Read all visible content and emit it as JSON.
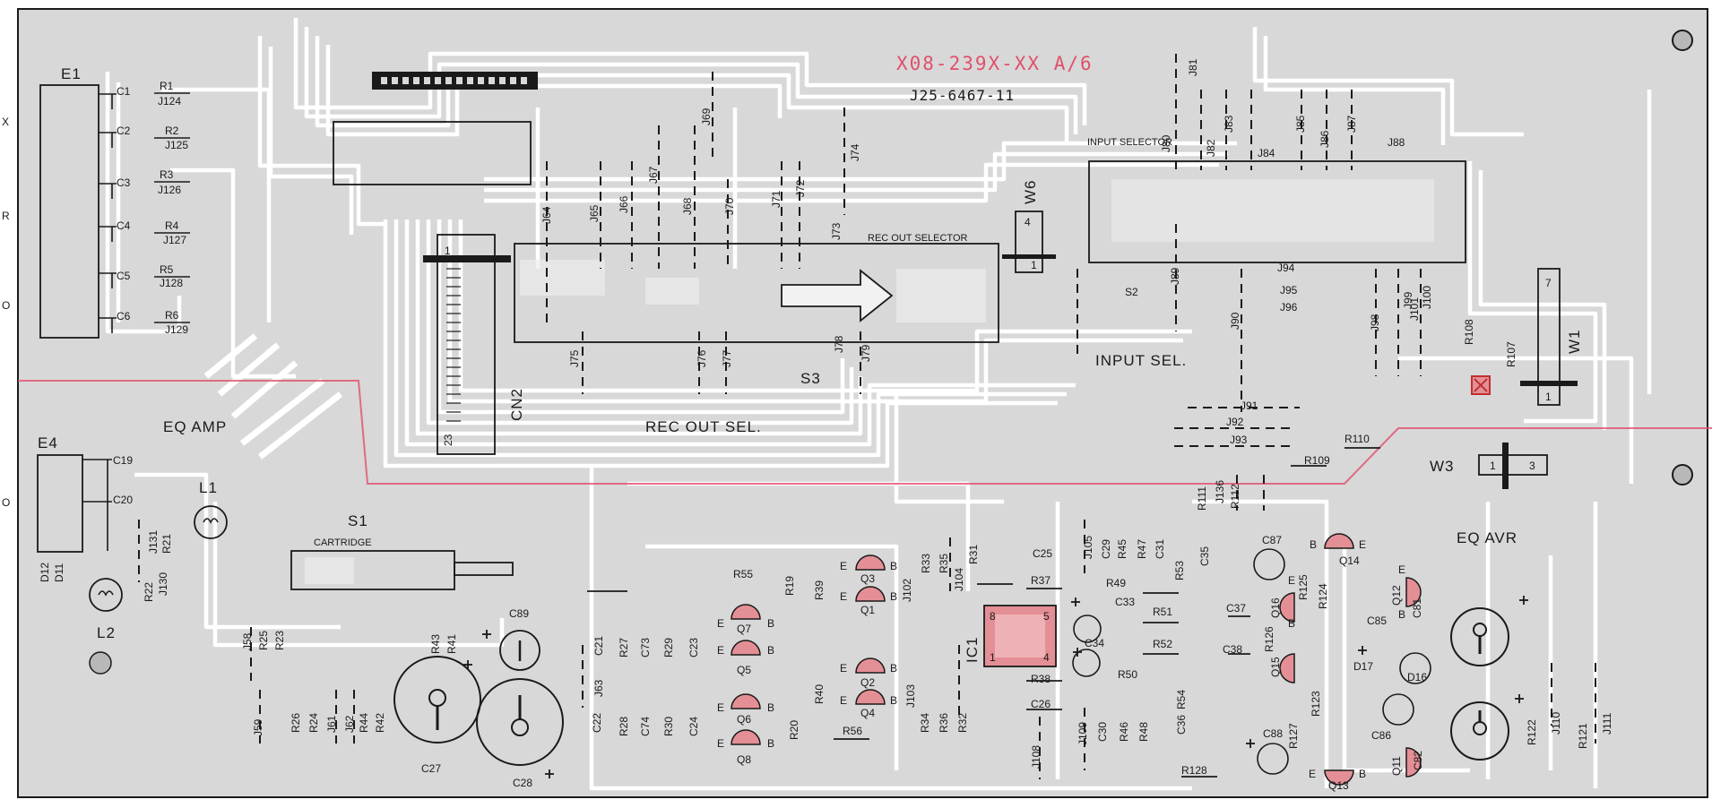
{
  "board": {
    "part_code": "X08-239X-XX A/6",
    "pcb_code": "J25-6467-11",
    "colors": {
      "board": "#d8d8d8",
      "trace": "#ffffff",
      "ink": "#1a1a1a",
      "accent": "#e0506a",
      "part_fill": "#e48f95"
    }
  },
  "edge": {
    "left": [
      "X",
      "R",
      "O",
      "O"
    ]
  },
  "sections": {
    "eq_amp": "EQ AMP",
    "eq_avr": "EQ AVR",
    "input_sel": "INPUT SEL.",
    "rec_out_sel": "REC OUT SEL.",
    "rec_out_selector": "REC OUT SELECTOR",
    "input_selector": "INPUT SELECTOR",
    "cartridge": "CARTRIDGE"
  },
  "connectors": {
    "e1": {
      "name": "E1",
      "pins": [
        "C1",
        "C2",
        "C3",
        "C4",
        "C5",
        "C6"
      ]
    },
    "e4": {
      "name": "E4",
      "pins": [
        "C19",
        "C20"
      ]
    },
    "cn2": {
      "name": "CN2",
      "pin_end": "23",
      "pin_start": "1"
    },
    "w1": {
      "name": "W1",
      "pin_top": "7",
      "pin_bottom": "1"
    },
    "w3": {
      "name": "W3",
      "pin_left": "1",
      "pin_right": "3"
    },
    "w6": {
      "name": "W6",
      "pin_top": "4",
      "pin_bottom": "1"
    }
  },
  "switches": {
    "s1": "S1",
    "s2": "S2",
    "s3": "S3"
  },
  "inductors": {
    "l1": "L1",
    "l2": "L2"
  },
  "ic": {
    "name": "IC1",
    "pins": [
      "8",
      "5",
      "1",
      "4"
    ]
  },
  "resistor_stack": [
    {
      "r": "R1",
      "j": "J124"
    },
    {
      "r": "R2",
      "j": "J125"
    },
    {
      "r": "R3",
      "j": "J126"
    },
    {
      "r": "R4",
      "j": "J127"
    },
    {
      "r": "R5",
      "j": "J128"
    },
    {
      "r": "R6",
      "j": "J129"
    }
  ],
  "labels": {
    "j_top": [
      "J81",
      "J80",
      "J82",
      "J83",
      "J84",
      "J85",
      "J86",
      "J87",
      "J88"
    ],
    "j_mid": [
      "J64",
      "J65",
      "J66",
      "J67",
      "J68",
      "J69",
      "J70",
      "J71",
      "J72",
      "J73",
      "J74"
    ],
    "j_low": [
      "J75",
      "J76",
      "J77",
      "J78",
      "J79",
      "J89",
      "J90",
      "J91",
      "J92",
      "J93",
      "J94",
      "J95",
      "J96",
      "J98",
      "J99",
      "J100",
      "J101"
    ],
    "r_right": [
      "R108",
      "R107",
      "R110",
      "R109",
      "R111",
      "J136",
      "R112"
    ],
    "amp_left": [
      "J131",
      "R21",
      "J130",
      "R22",
      "D12",
      "D11",
      "J58",
      "R25",
      "R23",
      "J59",
      "R26",
      "R24",
      "J61",
      "J62",
      "R44",
      "R42",
      "R43",
      "R41",
      "C27",
      "C28",
      "C89"
    ],
    "amp_mid": [
      "R55",
      "R19",
      "R39",
      "J102",
      "R33",
      "R35",
      "J104",
      "R31",
      "C21",
      "J63",
      "R27",
      "C73",
      "R29",
      "C23",
      "C22",
      "R28",
      "C74",
      "R30",
      "C24",
      "R20",
      "R40",
      "J103",
      "R56",
      "R34",
      "R36",
      "R32"
    ],
    "amp_right": [
      "C25",
      "R37",
      "J105",
      "C29",
      "R45",
      "R47",
      "C31",
      "R53",
      "C35",
      "R49",
      "C33",
      "R51",
      "C34",
      "R52",
      "R50",
      "R38",
      "C26",
      "C37",
      "C38",
      "R54",
      "C36",
      "J109",
      "C30",
      "R46",
      "R48",
      "J108",
      "R128"
    ],
    "avr": [
      "C87",
      "R125",
      "R124",
      "R126",
      "C85",
      "D17",
      "D16",
      "C81",
      "C88",
      "R127",
      "R123",
      "C86",
      "C82",
      "R122",
      "J110",
      "R121",
      "J111"
    ],
    "transistors": [
      "Q3",
      "Q1",
      "Q7",
      "Q5",
      "Q2",
      "Q4",
      "Q6",
      "Q8",
      "Q14",
      "Q16",
      "Q12",
      "Q15",
      "Q11",
      "Q13"
    ],
    "tr_pins": [
      "E",
      "B"
    ]
  }
}
